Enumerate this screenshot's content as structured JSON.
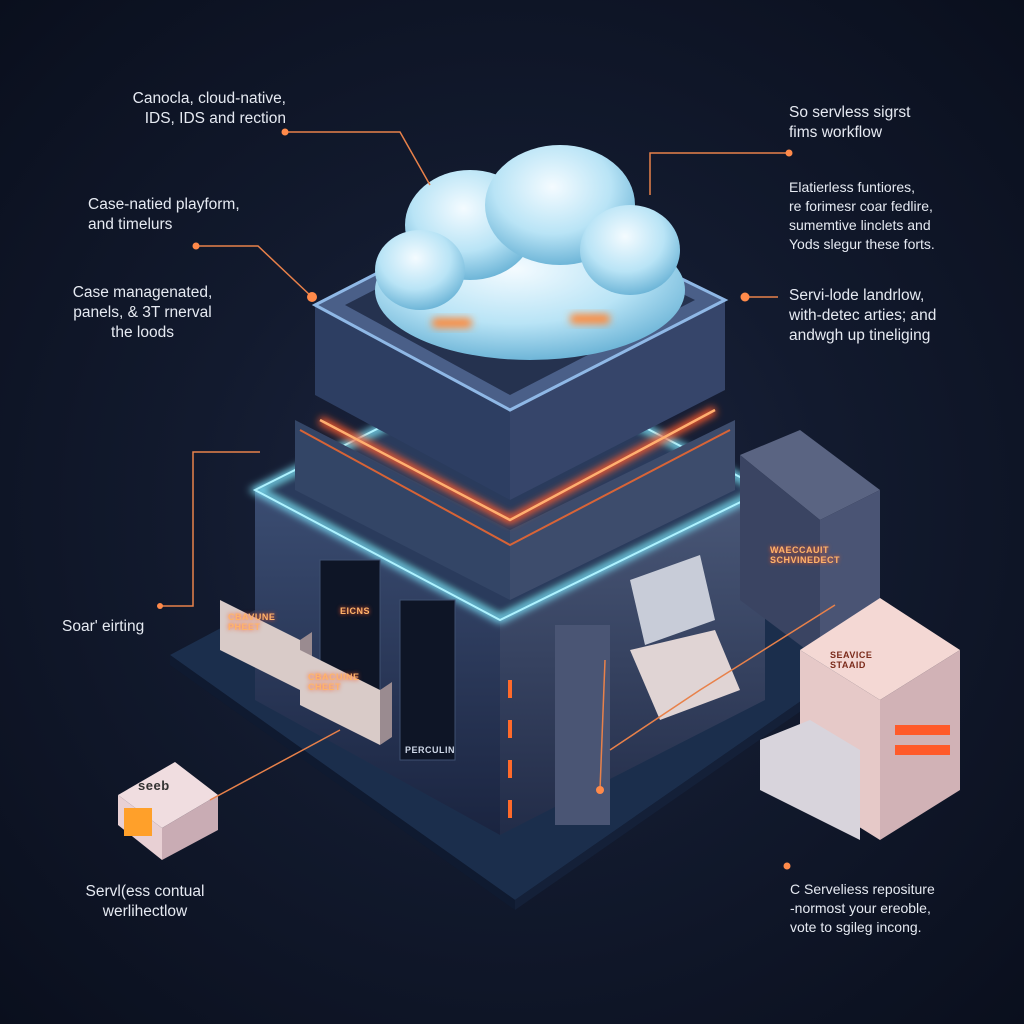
{
  "labels": {
    "top_left": "Canocla, cloud-native,\nIDS, IDS and rection",
    "mid_left": "Case-natied playform,\nand timelurs",
    "left_case": "Case managenated,\npanels, & 3T rnerval\nthe loods",
    "soar": "Soar' eirting",
    "bottom_left": "Servl(ess contual\nwerlihectlow",
    "top_right": "So servless sigrst\nfims workflow",
    "mid_right": "Elatierless funtiores,\nre forimesr coar fedlire,\nsumemtive linclets and\nYods slegur these forts.",
    "right_flow": "Servi-lode landrlow,\nwith-detec arties; and\nandwgh up tineliging",
    "bottom_right": "C Serveliess repositure\n-normost your ereoble,\nvote to sgileg incong."
  },
  "device_tags": {
    "cube_left": "seeb",
    "card_1": "CBAVUNE\nPHEET",
    "card_2": "CBACUINE\nCHEET",
    "front_sign": "EICNS",
    "front_panel": "PERCULIN",
    "right_box": "SEAVICE\nSTAAID",
    "right_rack": "WAECCAUIT\nSCHVINEDECT"
  },
  "colors": {
    "background": "#121a2e",
    "accent_orange": "#ff6a2a",
    "accent_cyan": "#6fe0ff",
    "text": "#e6eaf2"
  }
}
